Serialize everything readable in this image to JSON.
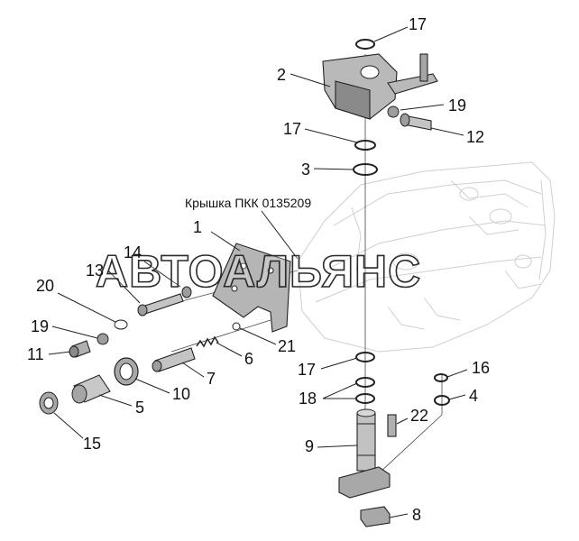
{
  "caption": "Крышка ПКК 0135209",
  "watermark": "АВТОАЛЬЯНС",
  "colors": {
    "part_fill": "#b9b9b9",
    "part_dark": "#7d7d7d",
    "line": "#222222",
    "ghost": "#cfcfcf"
  },
  "callouts": [
    {
      "id": "c17a",
      "label": "17"
    },
    {
      "id": "c2",
      "label": "2"
    },
    {
      "id": "c19a",
      "label": "19"
    },
    {
      "id": "c17b",
      "label": "17"
    },
    {
      "id": "c12",
      "label": "12"
    },
    {
      "id": "c3",
      "label": "3"
    },
    {
      "id": "c1",
      "label": "1"
    },
    {
      "id": "c14",
      "label": "14"
    },
    {
      "id": "c13",
      "label": "13"
    },
    {
      "id": "c20",
      "label": "20"
    },
    {
      "id": "c19b",
      "label": "19"
    },
    {
      "id": "c11",
      "label": "11"
    },
    {
      "id": "c21",
      "label": "21"
    },
    {
      "id": "c6",
      "label": "6"
    },
    {
      "id": "c7",
      "label": "7"
    },
    {
      "id": "c10",
      "label": "10"
    },
    {
      "id": "c5",
      "label": "5"
    },
    {
      "id": "c15",
      "label": "15"
    },
    {
      "id": "c17c",
      "label": "17"
    },
    {
      "id": "c18",
      "label": "18"
    },
    {
      "id": "c16",
      "label": "16"
    },
    {
      "id": "c4",
      "label": "4"
    },
    {
      "id": "c22",
      "label": "22"
    },
    {
      "id": "c9",
      "label": "9"
    },
    {
      "id": "c8",
      "label": "8"
    }
  ]
}
